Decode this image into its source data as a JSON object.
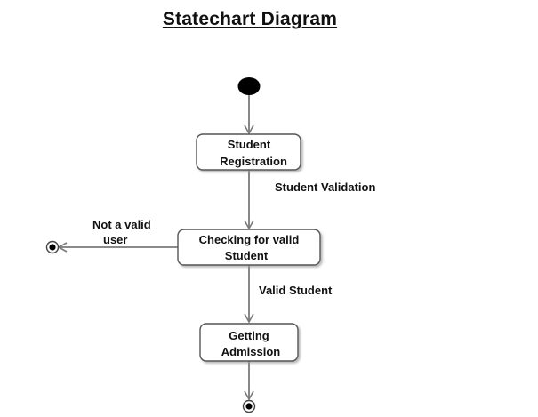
{
  "title": "Statechart Diagram",
  "states": [
    {
      "id": "student-registration",
      "lines": [
        "Student",
        "Registration"
      ]
    },
    {
      "id": "checking-valid-student",
      "lines": [
        "Checking for valid",
        "Student"
      ]
    },
    {
      "id": "getting-admission",
      "lines": [
        "Getting",
        "Admission"
      ]
    }
  ],
  "transitions": {
    "student_validation": "Student Validation",
    "not_valid_user": [
      "Not a valid",
      "user"
    ],
    "valid_student": "Valid Student"
  },
  "colors": {
    "box_stroke": "#555555",
    "arrow": "#7a7a7a",
    "node_fill": "#000000"
  }
}
